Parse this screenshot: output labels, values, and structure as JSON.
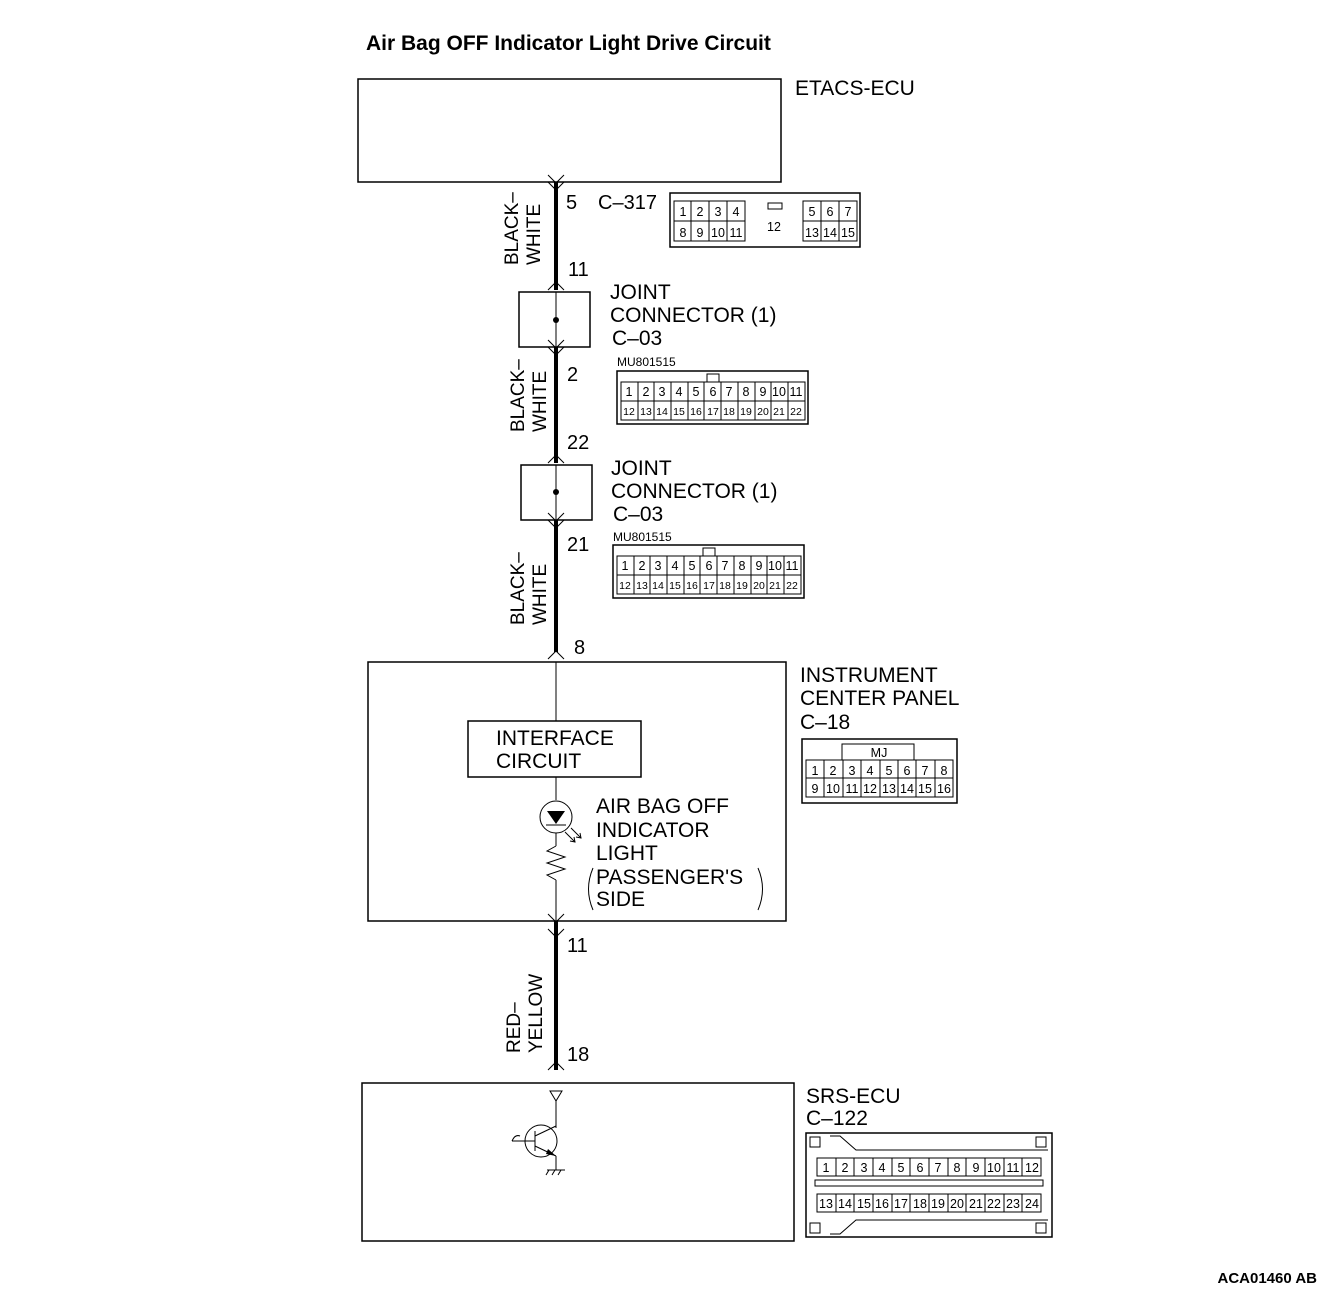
{
  "title": "Air Bag OFF Indicator Light Drive Circuit",
  "figure_code": "ACA01460 AB",
  "etacs": {
    "label": "ETACS-ECU",
    "connector_id": "C–317",
    "pin_out": "5"
  },
  "c317": {
    "row1": [
      "1",
      "2",
      "3",
      "4",
      "5",
      "6",
      "7"
    ],
    "row2": [
      "8",
      "9",
      "10",
      "11",
      "13",
      "14",
      "15"
    ],
    "center": "12"
  },
  "wire1": {
    "color_line1": "BLACK–",
    "color_line2": "WHITE"
  },
  "jc1": {
    "label_line1": "JOINT",
    "label_line2": "CONNECTOR (1)",
    "connector_id": "C–03",
    "pin_in": "11",
    "pin_out": "2",
    "part_number": "MU801515"
  },
  "wire2": {
    "color_line1": "BLACK–",
    "color_line2": "WHITE"
  },
  "jc2": {
    "label_line1": "JOINT",
    "label_line2": "CONNECTOR (1)",
    "connector_id": "C–03",
    "pin_in": "22",
    "pin_out": "21",
    "part_number": "MU801515"
  },
  "jc_connector": {
    "row1": [
      "1",
      "2",
      "3",
      "4",
      "5",
      "6",
      "7",
      "8",
      "9",
      "10",
      "11"
    ],
    "row2": [
      "12",
      "13",
      "14",
      "15",
      "16",
      "17",
      "18",
      "19",
      "20",
      "21",
      "22"
    ]
  },
  "wire3": {
    "color_line1": "BLACK–",
    "color_line2": "WHITE"
  },
  "icp": {
    "label_line1": "INSTRUMENT",
    "label_line2": "CENTER PANEL",
    "connector_id": "C–18",
    "pin_in": "8",
    "pin_out": "11",
    "connector_tag": "MJ",
    "row1": [
      "1",
      "2",
      "3",
      "4",
      "5",
      "6",
      "7",
      "8"
    ],
    "row2": [
      "9",
      "10",
      "11",
      "12",
      "13",
      "14",
      "15",
      "16"
    ],
    "interface_line1": "INTERFACE",
    "interface_line2": "CIRCUIT",
    "lamp_line1": "AIR BAG OFF",
    "lamp_line2": "INDICATOR",
    "lamp_line3": "LIGHT",
    "lamp_line4": "PASSENGER'S",
    "lamp_line5": "SIDE"
  },
  "wire4": {
    "color_line1": "RED–",
    "color_line2": "YELLOW"
  },
  "srs": {
    "label": "SRS-ECU",
    "connector_id": "C–122",
    "pin_in": "18",
    "row1": [
      "1",
      "2",
      "3",
      "4",
      "5",
      "6",
      "7",
      "8",
      "9",
      "10",
      "11",
      "12"
    ],
    "row2": [
      "13",
      "14",
      "15",
      "16",
      "17",
      "18",
      "19",
      "20",
      "21",
      "22",
      "23",
      "24"
    ]
  }
}
